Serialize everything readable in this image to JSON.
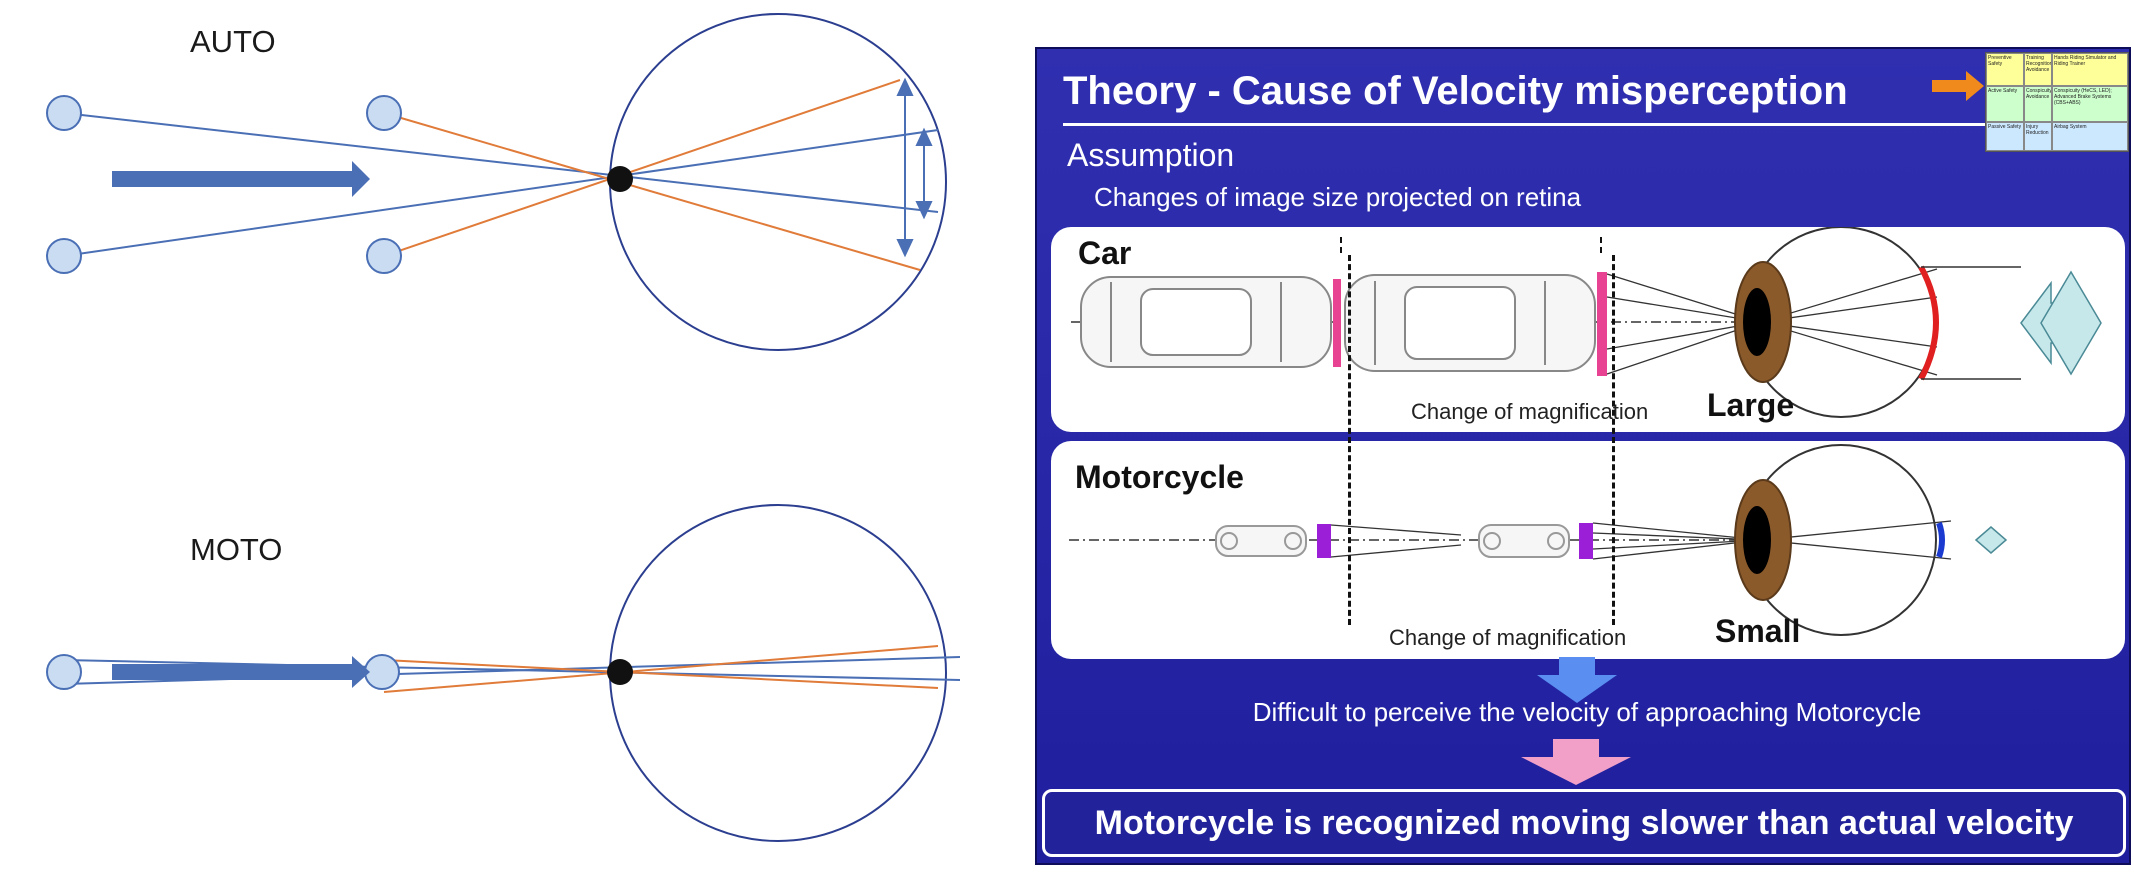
{
  "left_diagram": {
    "auto_label": "AUTO",
    "moto_label": "MOTO"
  },
  "slide": {
    "title": "Theory - Cause of Velocity misperception",
    "assumption": "Assumption",
    "assumption_detail": "Changes of image size projected on retina",
    "car_panel": {
      "label": "Car",
      "caption": "Change of magnification",
      "size_word": "Large"
    },
    "moto_panel": {
      "label": "Motorcycle",
      "caption": "Change of magnification",
      "size_word": "Small"
    },
    "inference": "Difficult to perceive the velocity of approaching Motorcycle",
    "conclusion": "Motorcycle is recognized moving slower than actual velocity",
    "mini_table": {
      "rows": [
        {
          "category": "Preventive Safety",
          "sub": "Training Recognition Avoidance",
          "item": "Hands Riding Simulator and Riding Trainer",
          "color": "#ffff99"
        },
        {
          "category": "Active Safety",
          "sub": "Conspicuity Avoidance",
          "item": "Conspicuity (HeCS, LED); Advanced Brake Systems (CBS+ABS)",
          "color": "#ccffcc"
        },
        {
          "category": "Passive Safety",
          "sub": "Injury Reduction",
          "item": "Airbag System",
          "color": "#cce8ff"
        }
      ]
    }
  },
  "colors": {
    "blue_line": "#4a6fb5",
    "orange_line": "#e07b39",
    "circle_fill": "#c9dcf2",
    "slide_bg": "#2a2aaa",
    "car_bar": "#e84393",
    "moto_bar": "#9b1fd6",
    "down_arrow_blue": "#5a8ef0",
    "down_arrow_pink": "#f2a0c8"
  }
}
